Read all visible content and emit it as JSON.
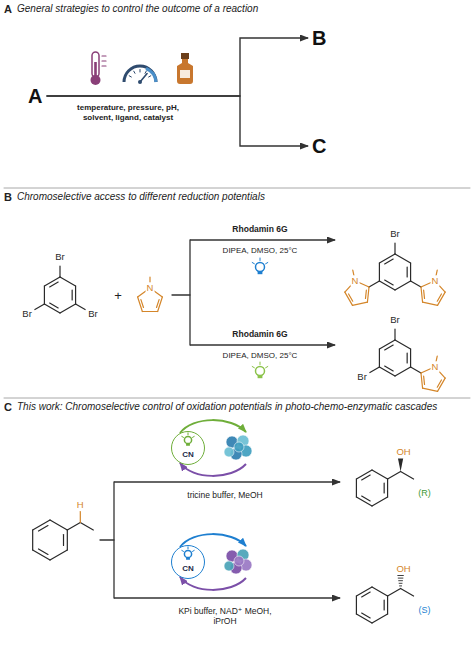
{
  "diagram": {
    "nodes": [
      {
        "text": [
          "A",
          "General strategies to control the outcome of a reaction"
        ]
      },
      {
        "text": [
          "A"
        ],
        "in": 0
      },
      {
        "text": [
          "B"
        ],
        "in": 0
      },
      {
        "text": [
          "C"
        ],
        "in": 0
      },
      {
        "text": [
          "B",
          "Chromoselective access to different reduction potentials"
        ]
      },
      {
        "text": [
          "C",
          "This work: Chromoselective control of oxidation potentials in photo-chemo-enzymatic cascades"
        ]
      },
      {
        "text": [
          "CN"
        ],
        "in": 5
      },
      {
        "text": [
          "CN"
        ],
        "in": 5
      }
    ],
    "edges": [
      {
        "from": 1,
        "to": 2,
        "arrow": "to"
      },
      {
        "from": 1,
        "to": 3,
        "arrow": "to"
      }
    ],
    "labels": [
      "temperature, pressure, pH, solvent, ligand, catalyst",
      "Br",
      "Br",
      "Br",
      "+",
      "N",
      "Rhodamin 6G",
      "DIPEA, DMSO, 25°C",
      "Br",
      "N",
      "N",
      "Rhodamin 6G",
      "DIPEA, DMSO, 25°C",
      "Br",
      "Br",
      "N",
      "H",
      "tricine buffer, MeOH",
      "OH",
      "(R)",
      "KPi buffer, NAD⁺ MeOH, iPrOH",
      "OH",
      "(S)"
    ]
  }
}
